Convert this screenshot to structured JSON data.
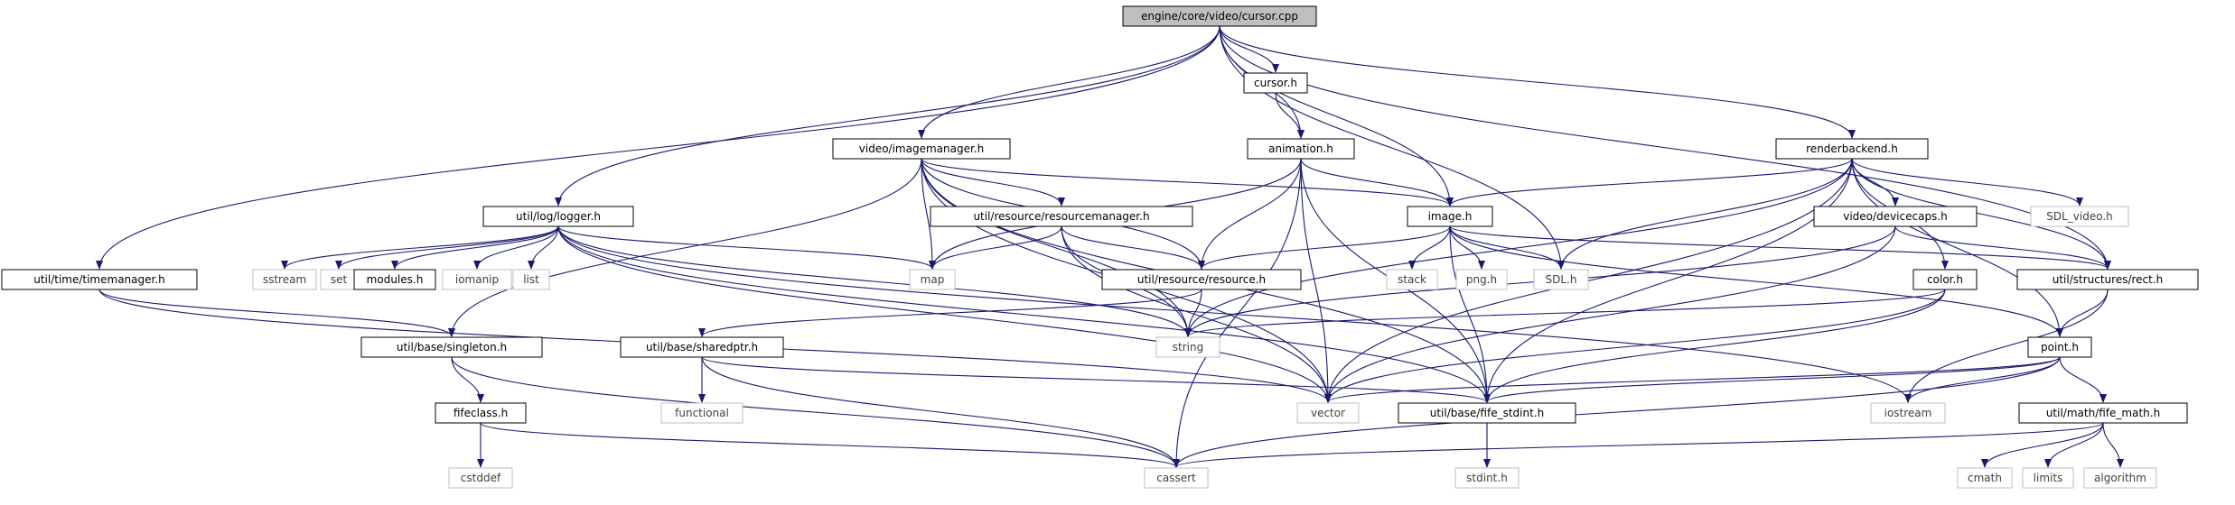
{
  "diagram": {
    "root": "engine/core/video/cursor.cpp",
    "colors": {
      "edge": "#191970",
      "node_stroke": "#000000",
      "external_stroke": "#bfbfbf",
      "root_fill": "#bfbfbf",
      "external_text": "#404040"
    },
    "nodes": [
      {
        "id": "cursor_cpp",
        "label": "engine/core/video/cursor.cpp",
        "kind": "root"
      },
      {
        "id": "cursor_h",
        "label": "cursor.h",
        "kind": "file"
      },
      {
        "id": "animation_h",
        "label": "animation.h",
        "kind": "file"
      },
      {
        "id": "imagemanager_h",
        "label": "video/imagemanager.h",
        "kind": "file"
      },
      {
        "id": "renderbackend_h",
        "label": "renderbackend.h",
        "kind": "file"
      },
      {
        "id": "logger_h",
        "label": "util/log/logger.h",
        "kind": "file"
      },
      {
        "id": "resourcemanager_h",
        "label": "util/resource/resourcemanager.h",
        "kind": "file"
      },
      {
        "id": "image_h",
        "label": "image.h",
        "kind": "file"
      },
      {
        "id": "devicecaps_h",
        "label": "video/devicecaps.h",
        "kind": "file"
      },
      {
        "id": "sdl_video",
        "label": "SDL_video.h",
        "kind": "external"
      },
      {
        "id": "timemanager_h",
        "label": "util/time/timemanager.h",
        "kind": "file"
      },
      {
        "id": "sstream",
        "label": "sstream",
        "kind": "external"
      },
      {
        "id": "set",
        "label": "set",
        "kind": "external"
      },
      {
        "id": "modules_h",
        "label": "modules.h",
        "kind": "file"
      },
      {
        "id": "iomanip",
        "label": "iomanip",
        "kind": "external"
      },
      {
        "id": "list",
        "label": "list",
        "kind": "external"
      },
      {
        "id": "map",
        "label": "map",
        "kind": "external"
      },
      {
        "id": "resource_h",
        "label": "util/resource/resource.h",
        "kind": "file"
      },
      {
        "id": "stack",
        "label": "stack",
        "kind": "external"
      },
      {
        "id": "png_h",
        "label": "png.h",
        "kind": "external"
      },
      {
        "id": "sdl_h",
        "label": "SDL.h",
        "kind": "external"
      },
      {
        "id": "color_h",
        "label": "color.h",
        "kind": "file"
      },
      {
        "id": "rect_h",
        "label": "util/structures/rect.h",
        "kind": "file"
      },
      {
        "id": "singleton_h",
        "label": "util/base/singleton.h",
        "kind": "file"
      },
      {
        "id": "sharedptr_h",
        "label": "util/base/sharedptr.h",
        "kind": "file"
      },
      {
        "id": "string",
        "label": "string",
        "kind": "external"
      },
      {
        "id": "point_h",
        "label": "point.h",
        "kind": "file"
      },
      {
        "id": "fifeclass_h",
        "label": "fifeclass.h",
        "kind": "file"
      },
      {
        "id": "functional",
        "label": "functional",
        "kind": "external"
      },
      {
        "id": "vector",
        "label": "vector",
        "kind": "external"
      },
      {
        "id": "fife_stdint_h",
        "label": "util/base/fife_stdint.h",
        "kind": "file"
      },
      {
        "id": "iostream",
        "label": "iostream",
        "kind": "external"
      },
      {
        "id": "fife_math_h",
        "label": "util/math/fife_math.h",
        "kind": "file"
      },
      {
        "id": "cstddef",
        "label": "cstddef",
        "kind": "external"
      },
      {
        "id": "cassert",
        "label": "cassert",
        "kind": "external"
      },
      {
        "id": "stdint_h",
        "label": "stdint.h",
        "kind": "external"
      },
      {
        "id": "cmath",
        "label": "cmath",
        "kind": "external"
      },
      {
        "id": "limits",
        "label": "limits",
        "kind": "external"
      },
      {
        "id": "algorithm",
        "label": "algorithm",
        "kind": "external"
      }
    ],
    "edges": [
      [
        "cursor_cpp",
        "cursor_h"
      ],
      [
        "cursor_cpp",
        "animation_h"
      ],
      [
        "cursor_cpp",
        "imagemanager_h"
      ],
      [
        "cursor_cpp",
        "renderbackend_h"
      ],
      [
        "cursor_cpp",
        "logger_h"
      ],
      [
        "cursor_cpp",
        "timemanager_h"
      ],
      [
        "cursor_cpp",
        "image_h"
      ],
      [
        "cursor_cpp",
        "sdl_h"
      ],
      [
        "cursor_cpp",
        "rect_h"
      ],
      [
        "cursor_h",
        "animation_h"
      ],
      [
        "animation_h",
        "image_h"
      ],
      [
        "animation_h",
        "resource_h"
      ],
      [
        "animation_h",
        "map"
      ],
      [
        "animation_h",
        "vector"
      ],
      [
        "animation_h",
        "cassert"
      ],
      [
        "animation_h",
        "fife_stdint_h"
      ],
      [
        "imagemanager_h",
        "resourcemanager_h"
      ],
      [
        "imagemanager_h",
        "image_h"
      ],
      [
        "imagemanager_h",
        "resource_h"
      ],
      [
        "imagemanager_h",
        "map"
      ],
      [
        "imagemanager_h",
        "singleton_h"
      ],
      [
        "imagemanager_h",
        "string"
      ],
      [
        "imagemanager_h",
        "vector"
      ],
      [
        "imagemanager_h",
        "fife_stdint_h"
      ],
      [
        "renderbackend_h",
        "image_h"
      ],
      [
        "renderbackend_h",
        "devicecaps_h"
      ],
      [
        "renderbackend_h",
        "sdl_video"
      ],
      [
        "renderbackend_h",
        "sdl_h"
      ],
      [
        "renderbackend_h",
        "color_h"
      ],
      [
        "renderbackend_h",
        "rect_h"
      ],
      [
        "renderbackend_h",
        "point_h"
      ],
      [
        "renderbackend_h",
        "string"
      ],
      [
        "renderbackend_h",
        "vector"
      ],
      [
        "renderbackend_h",
        "fife_stdint_h"
      ],
      [
        "logger_h",
        "sstream"
      ],
      [
        "logger_h",
        "set"
      ],
      [
        "logger_h",
        "modules_h"
      ],
      [
        "logger_h",
        "iomanip"
      ],
      [
        "logger_h",
        "list"
      ],
      [
        "logger_h",
        "map"
      ],
      [
        "logger_h",
        "string"
      ],
      [
        "logger_h",
        "vector"
      ],
      [
        "logger_h",
        "fife_stdint_h"
      ],
      [
        "logger_h",
        "iostream"
      ],
      [
        "resourcemanager_h",
        "map"
      ],
      [
        "resourcemanager_h",
        "resource_h"
      ],
      [
        "resourcemanager_h",
        "string"
      ],
      [
        "resourcemanager_h",
        "vector"
      ],
      [
        "image_h",
        "stack"
      ],
      [
        "image_h",
        "png_h"
      ],
      [
        "image_h",
        "sdl_h"
      ],
      [
        "image_h",
        "resource_h"
      ],
      [
        "image_h",
        "rect_h"
      ],
      [
        "image_h",
        "point_h"
      ],
      [
        "image_h",
        "fife_stdint_h"
      ],
      [
        "devicecaps_h",
        "rect_h"
      ],
      [
        "devicecaps_h",
        "string"
      ],
      [
        "devicecaps_h",
        "vector"
      ],
      [
        "timemanager_h",
        "singleton_h"
      ],
      [
        "timemanager_h",
        "vector"
      ],
      [
        "resource_h",
        "string"
      ],
      [
        "resource_h",
        "sharedptr_h"
      ],
      [
        "color_h",
        "string"
      ],
      [
        "color_h",
        "vector"
      ],
      [
        "color_h",
        "fife_stdint_h"
      ],
      [
        "rect_h",
        "point_h"
      ],
      [
        "rect_h",
        "iostream"
      ],
      [
        "singleton_h",
        "fifeclass_h"
      ],
      [
        "singleton_h",
        "cassert"
      ],
      [
        "sharedptr_h",
        "functional"
      ],
      [
        "sharedptr_h",
        "cassert"
      ],
      [
        "sharedptr_h",
        "fife_stdint_h"
      ],
      [
        "point_h",
        "iostream"
      ],
      [
        "point_h",
        "cassert"
      ],
      [
        "point_h",
        "vector"
      ],
      [
        "point_h",
        "fife_stdint_h"
      ],
      [
        "point_h",
        "fife_math_h"
      ],
      [
        "fifeclass_h",
        "cstddef"
      ],
      [
        "fifeclass_h",
        "cassert"
      ],
      [
        "fife_stdint_h",
        "stdint_h"
      ],
      [
        "fife_math_h",
        "cassert"
      ],
      [
        "fife_math_h",
        "cmath"
      ],
      [
        "fife_math_h",
        "limits"
      ],
      [
        "fife_math_h",
        "algorithm"
      ]
    ]
  }
}
